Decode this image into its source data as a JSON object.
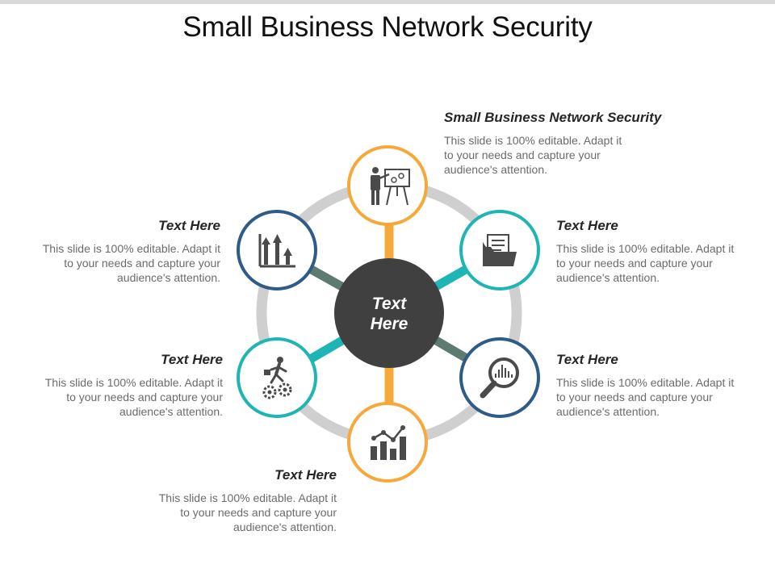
{
  "title": "Small Business Network Security",
  "center": {
    "line1": "Text",
    "line2": "Here"
  },
  "colors": {
    "orange": "#f4a93a",
    "teal": "#1fb5b5",
    "navy": "#2e5b87",
    "slate": "#5e7b72",
    "ring": "#cfcfcf",
    "hub": "#404040",
    "icon": "#4a4a4a"
  },
  "blocks": [
    {
      "heading": "Small Business Network Security",
      "lines": [
        "This slide is 100% editable. Adapt it",
        "to your needs and capture your",
        "audience's attention."
      ]
    },
    {
      "heading": "Text Here",
      "lines": [
        "This slide is 100% editable. Adapt it",
        "to your needs and capture your",
        "audience's attention."
      ]
    },
    {
      "heading": "Text Here",
      "lines": [
        "This slide is 100% editable. Adapt it",
        "to your needs and capture your",
        "audience's attention."
      ]
    },
    {
      "heading": "Text Here",
      "lines": [
        "This slide is 100% editable. Adapt it",
        "to your needs and capture your",
        "audience's attention."
      ]
    },
    {
      "heading": "Text Here",
      "lines": [
        "This slide is 100% editable. Adapt it",
        "to your needs and capture your",
        "audience's attention."
      ]
    },
    {
      "heading": "Text Here",
      "lines": [
        "This slide is 100% editable. Adapt it",
        "to your needs and capture your",
        "audience's attention."
      ]
    }
  ],
  "nodes": [
    {
      "icon": "presentation-icon",
      "color": "orange"
    },
    {
      "icon": "folder-documents-icon",
      "color": "teal"
    },
    {
      "icon": "magnifier-chart-icon",
      "color": "navy"
    },
    {
      "icon": "bar-line-chart-icon",
      "color": "orange"
    },
    {
      "icon": "climbing-gears-icon",
      "color": "teal"
    },
    {
      "icon": "growth-arrows-icon",
      "color": "navy"
    }
  ]
}
